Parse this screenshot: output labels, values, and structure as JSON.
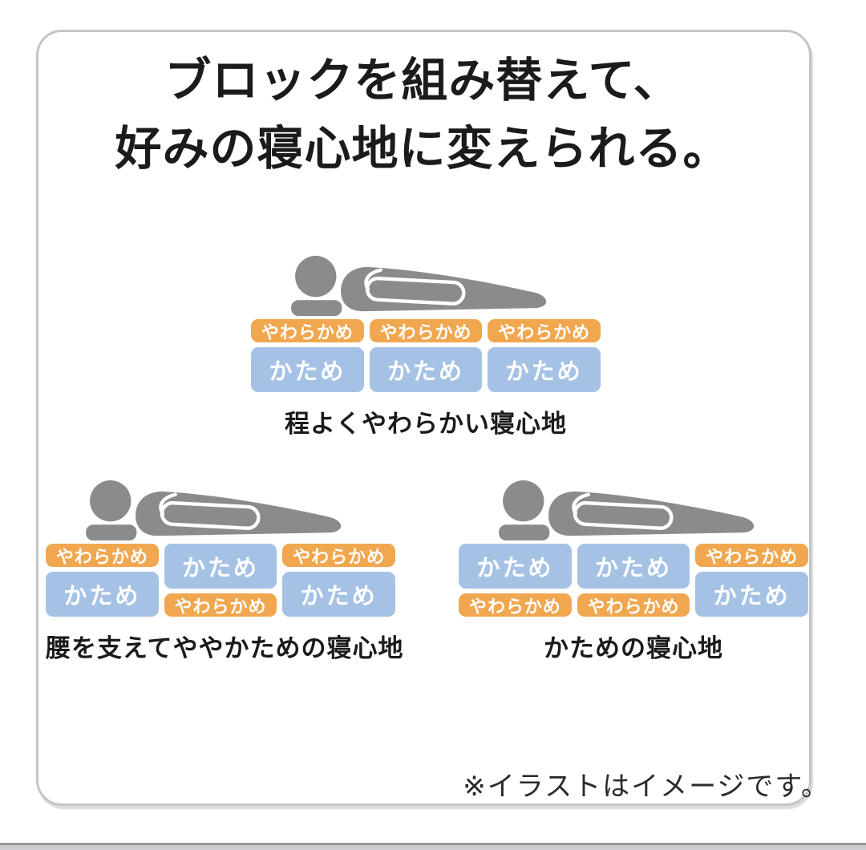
{
  "title": {
    "line1": "ブロックを組み替えて、",
    "line2": "好みの寝心地に変えられる。"
  },
  "footnote": "※イラストはイメージです。",
  "labels": {
    "soft": "やわらかめ",
    "firm": "かため"
  },
  "colors": {
    "soft_block": "#F0A750",
    "firm_block": "#A5C2E5",
    "person": "#8B8B8B",
    "frame_border": "#C5C5C9",
    "text": "#1B1B1B"
  },
  "figures": [
    {
      "caption": "程よくやわらかい寝心地",
      "columns": [
        {
          "top": "やわらかめ",
          "bottom": "かため"
        },
        {
          "top": "やわらかめ",
          "bottom": "かため"
        },
        {
          "top": "やわらかめ",
          "bottom": "かため"
        }
      ]
    },
    {
      "caption": "腰を支えてややかための寝心地",
      "columns": [
        {
          "top": "やわらかめ",
          "bottom": "かため"
        },
        {
          "top": "かため",
          "bottom": "やわらかめ"
        },
        {
          "top": "やわらかめ",
          "bottom": "かため"
        }
      ]
    },
    {
      "caption": "かための寝心地",
      "columns": [
        {
          "top": "かため",
          "bottom": "やわらかめ"
        },
        {
          "top": "かため",
          "bottom": "やわらかめ"
        },
        {
          "top": "やわらかめ",
          "bottom": "かため"
        }
      ]
    }
  ]
}
